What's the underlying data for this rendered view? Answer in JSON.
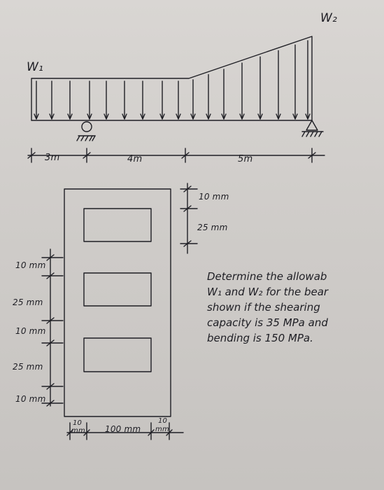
{
  "loads": {
    "w1": "W₁",
    "w2": "W₂"
  },
  "spans": {
    "span_1": "3m",
    "span_2": "4m",
    "span_3": "5m"
  },
  "section_dims": {
    "right_top_flange": "10 mm",
    "right_top_hole": "25 mm",
    "left": [
      "10 mm",
      "25 mm",
      "10 mm",
      "25 mm",
      "10 mm"
    ],
    "bottom_left_line1": "10",
    "bottom_left_line2": "mm",
    "bottom_width": "100 mm",
    "bottom_right_line1": "10",
    "bottom_right_line2": "mm"
  },
  "problem_text": [
    "Determine the allowab",
    "W₁ and W₂ for the bear",
    "shown if the shearing",
    "capacity is 35 MPa and",
    "bending is 150 MPa."
  ],
  "colors": {
    "paper": "#d3d0cd",
    "ink": "#1e1e24"
  }
}
